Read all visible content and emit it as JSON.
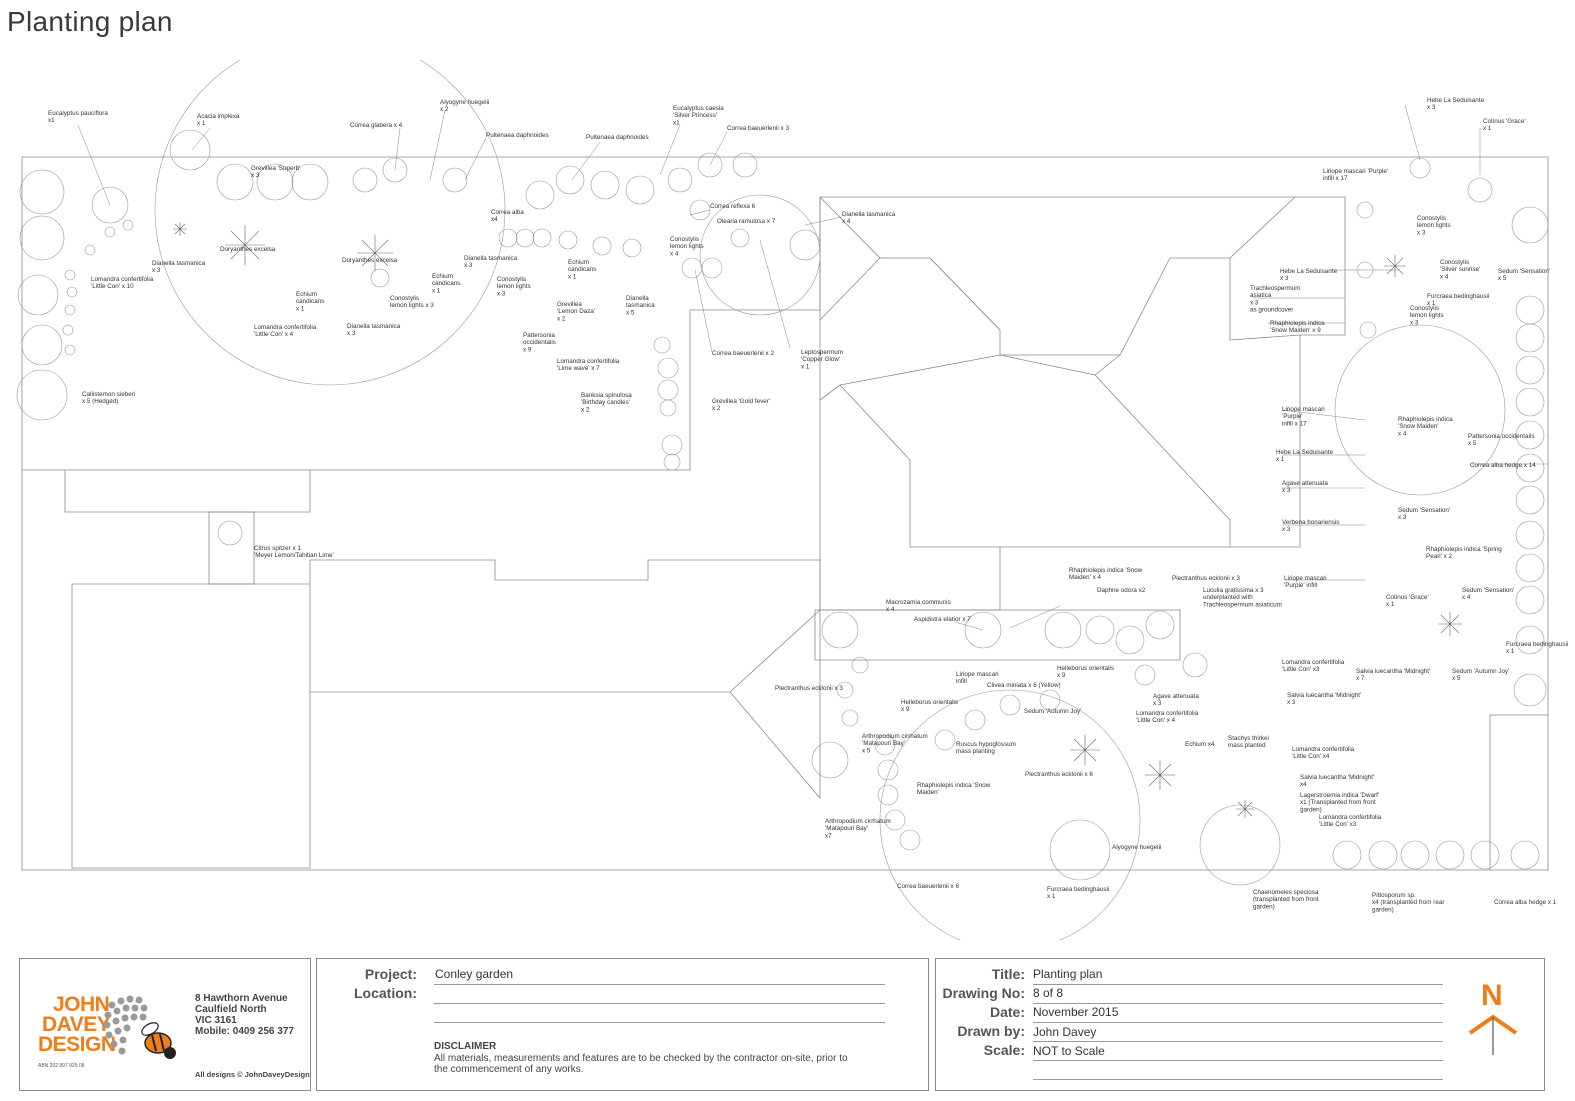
{
  "page": {
    "title": "Planting plan"
  },
  "plants": [
    {
      "id": "p1",
      "label": "Eucalyptus pauciflora\nx1"
    },
    {
      "id": "p2",
      "label": "Acacia implexa\nx 1"
    },
    {
      "id": "p3",
      "label": "Correa glabera x 4"
    },
    {
      "id": "p4",
      "label": "Alyogyne huegelii\nx 2"
    },
    {
      "id": "p5",
      "label": "Pultenaea daphnoides"
    },
    {
      "id": "p6",
      "label": "Pultenaea daphnoides"
    },
    {
      "id": "p7",
      "label": "Eucalyptus caesia\n'Silver Princess'\nx1"
    },
    {
      "id": "p8",
      "label": "Correa baeuerlenii x 3"
    },
    {
      "id": "p9",
      "label": "Grevillea 'Superb'\nx 3"
    },
    {
      "id": "p10",
      "label": "Correa alba\nx4"
    },
    {
      "id": "p11",
      "label": "Correa reflexa 6"
    },
    {
      "id": "p12",
      "label": "Olearia ramulosa x 7"
    },
    {
      "id": "p13",
      "label": "Dianella tasmanica\nx 4"
    },
    {
      "id": "p14",
      "label": "Doryanthes excelsa"
    },
    {
      "id": "p15",
      "label": "Doryanthes excelsa"
    },
    {
      "id": "p16",
      "label": "Dianella tasmanica\nx 3"
    },
    {
      "id": "p17",
      "label": "Dianella tasmanica\nx 3"
    },
    {
      "id": "p18",
      "label": "Lomandra confertifolia\n'Little Con' x 10"
    },
    {
      "id": "p19",
      "label": "Echium\ncandicans\nx 1"
    },
    {
      "id": "p20",
      "label": "Echium\ncandicans\nx 1"
    },
    {
      "id": "p21",
      "label": "Echium\ncandicans\nx 1"
    },
    {
      "id": "p22",
      "label": "Conostylis\nlemon lights\nx 4"
    },
    {
      "id": "p23",
      "label": "Conostylis\nlemon lights x 3"
    },
    {
      "id": "p24",
      "label": "Conostylis\nlemon lights\nx 3"
    },
    {
      "id": "p25",
      "label": "Lomandra confertifolia\n'Little Con' x 4"
    },
    {
      "id": "p26",
      "label": "Dianella tasmanica\nx 3"
    },
    {
      "id": "p27",
      "label": "Grevillea\n'Lemon Daza'\nx 2"
    },
    {
      "id": "p28",
      "label": "Dianella\ntasmanica\nx 5"
    },
    {
      "id": "p29",
      "label": "Pattersonia\noccidentalis\nx 9"
    },
    {
      "id": "p30",
      "label": "Lomandra confertifolia\n'Lime wave' x 7"
    },
    {
      "id": "p31",
      "label": "Correa baeuerlenii x 2"
    },
    {
      "id": "p32",
      "label": "Leptospermum\n'Copper Glow'\nx 1"
    },
    {
      "id": "p33",
      "label": "Callistemon sieberi\nx 5 (Hedged)"
    },
    {
      "id": "p34",
      "label": "Banksia spinulosa\n'Birthday candles'\nx 2"
    },
    {
      "id": "p35",
      "label": "Grevillea  'Gold fever'\nx 2"
    },
    {
      "id": "p36",
      "label": "Citrus spitzer x 1\n'Meyer Lemon/Tahitian Lime'"
    },
    {
      "id": "p37",
      "label": "Hebe La Seduisante\nx 3"
    },
    {
      "id": "p38",
      "label": "Cotinus 'Grace'\nx 1"
    },
    {
      "id": "p39",
      "label": "Liriope mascari  'Purple'\ninfill x 17"
    },
    {
      "id": "p40",
      "label": "Conostylis\nlemon lights\nx 3"
    },
    {
      "id": "p41",
      "label": "Hebe La Seduisante\nx 3"
    },
    {
      "id": "p42",
      "label": "Conostylis\n'Silver sunrise'\nx 4"
    },
    {
      "id": "p43",
      "label": "Sedum 'Sensation'\nx 5"
    },
    {
      "id": "p44",
      "label": "Trachleospermum\nasiatica\nx 3\nas groundcover"
    },
    {
      "id": "p45",
      "label": "Furcraea bedinghausii\nx 1"
    },
    {
      "id": "p46",
      "label": "Conostylis\nlemon lights\nx 3"
    },
    {
      "id": "p47",
      "label": "Rhaphiolepis indica\n'Snow Maiden' x 9"
    },
    {
      "id": "p48",
      "label": "Liriope mascari\n'Purple'\ninfill x 17"
    },
    {
      "id": "p49",
      "label": "Rhaphiolepis indica\n'Snow Maiden'\nx 4"
    },
    {
      "id": "p50",
      "label": "Pattersonia occidentalis\nx 5"
    },
    {
      "id": "p51",
      "label": "Hebe La Seduisante\nx 1"
    },
    {
      "id": "p52",
      "label": "Correa alba hedge x 14"
    },
    {
      "id": "p53",
      "label": "Agave attenuata\nx 3"
    },
    {
      "id": "p54",
      "label": "Sedum 'Sensation'\nx 3"
    },
    {
      "id": "p55",
      "label": "Verbena bonariensis\nx 3"
    },
    {
      "id": "p56",
      "label": "Rhaphiolepis indica 'Spring\nPearl' x 2"
    },
    {
      "id": "p57",
      "label": "Rhaphiolepis indica 'Snow\nMaiden' x 4"
    },
    {
      "id": "p58",
      "label": "Plectranthus ecklonii x 3"
    },
    {
      "id": "p59",
      "label": "Daphne odora  x2"
    },
    {
      "id": "p60",
      "label": "Luculia gratissima x 3\nunderplanted with\nTrachleospermum asiaticum"
    },
    {
      "id": "p61",
      "label": "Liriope mascari\n'Purple' infill"
    },
    {
      "id": "p62",
      "label": "Cotinus 'Grace'\nx 1"
    },
    {
      "id": "p63",
      "label": "Sedum 'Sensation'\nx 4"
    },
    {
      "id": "p64",
      "label": "Macrozamia communis\nx 4"
    },
    {
      "id": "p65",
      "label": "Aspidistra elatior x 7"
    },
    {
      "id": "p66",
      "label": "Furcraea bedinghausii\nx 1"
    },
    {
      "id": "p67",
      "label": "Lomandra confertifolia\n'Little Con' x3"
    },
    {
      "id": "p68",
      "label": "Salvia luecantha 'Midnight'\nx 7"
    },
    {
      "id": "p69",
      "label": "Sedum 'Autumn Joy'\nx 5"
    },
    {
      "id": "p70",
      "label": "Plectranthus ecklonii x 3"
    },
    {
      "id": "p71",
      "label": "Liriope mascari\ninfill"
    },
    {
      "id": "p72",
      "label": "Clivea miniata x 6 (Yellow)"
    },
    {
      "id": "p73",
      "label": "Helleborus orientalis\nx 9"
    },
    {
      "id": "p74",
      "label": "Helleborus orientalis\nx 9"
    },
    {
      "id": "p75",
      "label": "Agave attenuata\nx 3"
    },
    {
      "id": "p76",
      "label": "Salvia luecantha 'Midnight'\nx 3"
    },
    {
      "id": "p77",
      "label": "Sedum 'Autumn Joy'"
    },
    {
      "id": "p78",
      "label": "Lomandra confertifolia\n'Little Con' x 4"
    },
    {
      "id": "p79",
      "label": "Arthropodium cirrhatum\n'Matapouri Bay'\nx 5"
    },
    {
      "id": "p80",
      "label": "Ruscus hypoglossum\nmass planting"
    },
    {
      "id": "p81",
      "label": "Echium x4"
    },
    {
      "id": "p82",
      "label": "Stachys thirkei\nmass planted"
    },
    {
      "id": "p83",
      "label": "Lomandra confertifolia\n'Little Con' x4"
    },
    {
      "id": "p84",
      "label": "Plectranthus ecklonii x 6"
    },
    {
      "id": "p85",
      "label": "Salvia luecantha 'Midnight'\nx4"
    },
    {
      "id": "p86",
      "label": "Rhaphiolepis indica 'Snow\nMaiden'"
    },
    {
      "id": "p87",
      "label": "Lagerstroemia indica 'Dwarf'\nx1 (Transplanted from front\ngarden)"
    },
    {
      "id": "p88",
      "label": "Arthropodium cirrhatum\n'Matapouri Bay'\nx7"
    },
    {
      "id": "p89",
      "label": "Lomandra confertifolia\n'Little Con' x3"
    },
    {
      "id": "p90",
      "label": "Alyogyne huegelii"
    },
    {
      "id": "p91",
      "label": "Correa baeuerlenii x 6"
    },
    {
      "id": "p92",
      "label": "Furcraea bedinghausii\nx 1"
    },
    {
      "id": "p93",
      "label": "Chaenomeles speciosa\n(transplanted from front\ngarden)"
    },
    {
      "id": "p94",
      "label": "Pittosporum sp.\nx4 (transplanted from rear\ngarden)"
    },
    {
      "id": "p95",
      "label": "Correa alba hedge x 1"
    }
  ],
  "titleblock": {
    "company": {
      "word1": "JOHN",
      "word2": "DAVEY",
      "word3": "DESIGN"
    },
    "address": {
      "line1": "8 Hawthorn Avenue",
      "line2": "Caulfield North",
      "line3": "VIC 3161",
      "line4": "Mobile: 0409 256 377"
    },
    "abn": "ABN 202 897 925 08",
    "copyright": "All designs © JohnDaveyDesign",
    "project_label": "Project:",
    "project_value": "Conley garden",
    "location_label": "Location:",
    "location_value": "",
    "disclaimer_heading": "DISCLAIMER",
    "disclaimer_text": "All materials, measurements and features are to be checked by the contractor on-site, prior to the commencement of any works.",
    "title_label": "Title:",
    "title_value": "Planting plan",
    "drawing_no_label": "Drawing No:",
    "drawing_no_value": "8 of 8",
    "date_label": "Date:",
    "date_value": "November 2015",
    "drawn_by_label": "Drawn by:",
    "drawn_by_value": "John Davey",
    "scale_label": "Scale:",
    "scale_value": "NOT to Scale",
    "north_letter": "N"
  },
  "colors": {
    "accent": "#ef7d1a",
    "line": "#8a8a8a",
    "text": "#333333"
  }
}
